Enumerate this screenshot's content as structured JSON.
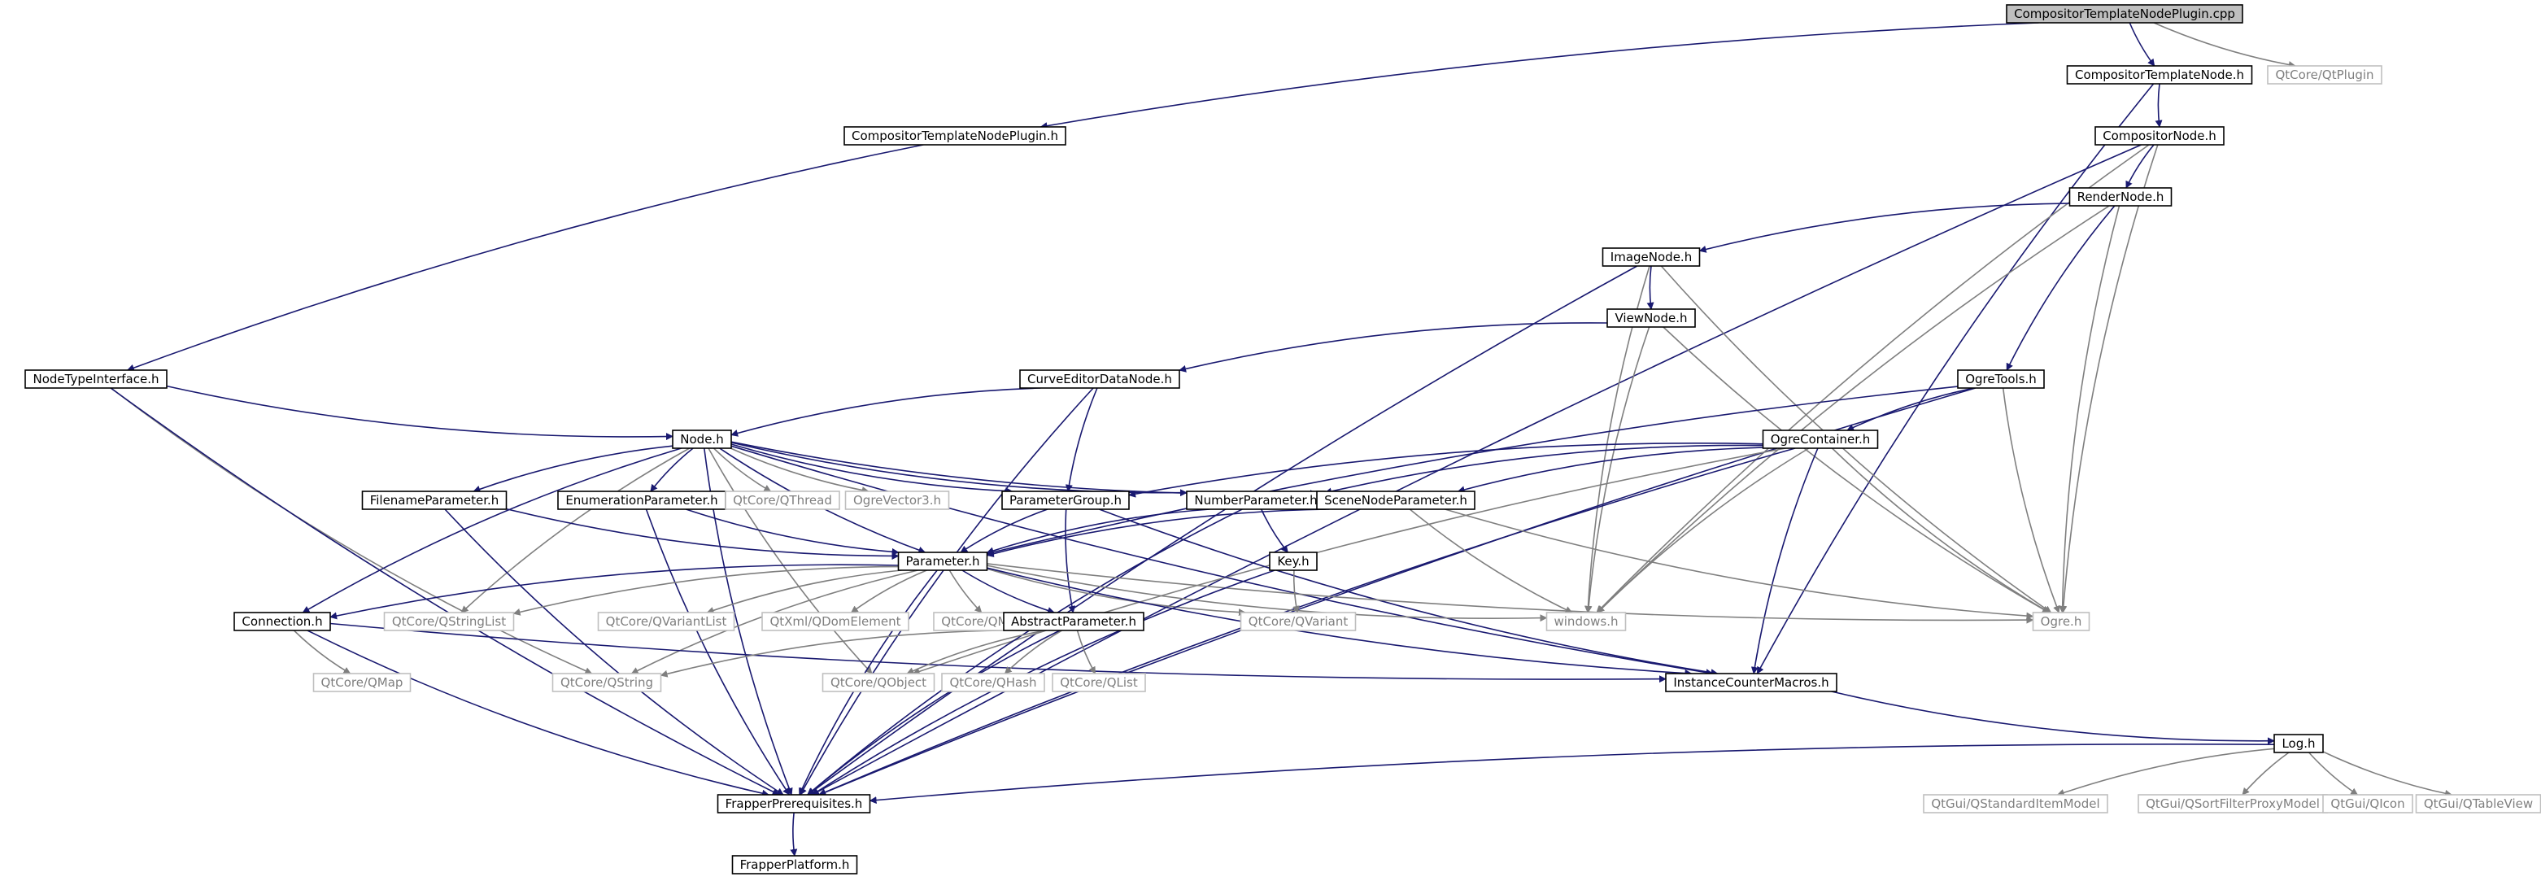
{
  "diagram": {
    "nodes": [
      {
        "id": "root",
        "label": "CompositorTemplateNodePlugin.cpp",
        "kind": "root"
      },
      {
        "id": "ctn",
        "label": "CompositorTemplateNode.h",
        "kind": "doc"
      },
      {
        "id": "qtplugin",
        "label": "QtCore/QtPlugin",
        "kind": "ext"
      },
      {
        "id": "ctnp",
        "label": "CompositorTemplateNodePlugin.h",
        "kind": "doc"
      },
      {
        "id": "cn",
        "label": "CompositorNode.h",
        "kind": "doc"
      },
      {
        "id": "rn",
        "label": "RenderNode.h",
        "kind": "doc"
      },
      {
        "id": "imn",
        "label": "ImageNode.h",
        "kind": "doc"
      },
      {
        "id": "vn",
        "label": "ViewNode.h",
        "kind": "doc"
      },
      {
        "id": "nti",
        "label": "NodeTypeInterface.h",
        "kind": "doc"
      },
      {
        "id": "cedn",
        "label": "CurveEditorDataNode.h",
        "kind": "doc"
      },
      {
        "id": "ot",
        "label": "OgreTools.h",
        "kind": "doc"
      },
      {
        "id": "node",
        "label": "Node.h",
        "kind": "doc"
      },
      {
        "id": "oc",
        "label": "OgreContainer.h",
        "kind": "doc"
      },
      {
        "id": "fp",
        "label": "FilenameParameter.h",
        "kind": "doc"
      },
      {
        "id": "ep",
        "label": "EnumerationParameter.h",
        "kind": "doc"
      },
      {
        "id": "qthread",
        "label": "QtCore/QThread",
        "kind": "ext"
      },
      {
        "id": "ov3",
        "label": "OgreVector3.h",
        "kind": "ext"
      },
      {
        "id": "pg",
        "label": "ParameterGroup.h",
        "kind": "doc"
      },
      {
        "id": "np",
        "label": "NumberParameter.h",
        "kind": "doc"
      },
      {
        "id": "snp",
        "label": "SceneNodeParameter.h",
        "kind": "doc"
      },
      {
        "id": "param",
        "label": "Parameter.h",
        "kind": "doc"
      },
      {
        "id": "key",
        "label": "Key.h",
        "kind": "doc"
      },
      {
        "id": "conn",
        "label": "Connection.h",
        "kind": "doc"
      },
      {
        "id": "qsl",
        "label": "QtCore/QStringList",
        "kind": "ext"
      },
      {
        "id": "qvl",
        "label": "QtCore/QVariantList",
        "kind": "ext"
      },
      {
        "id": "qdom",
        "label": "QtXml/QDomElement",
        "kind": "ext"
      },
      {
        "id": "qmutex",
        "label": "QtCore/QMutex",
        "kind": "ext"
      },
      {
        "id": "ap",
        "label": "AbstractParameter.h",
        "kind": "doc"
      },
      {
        "id": "qvar",
        "label": "QtCore/QVariant",
        "kind": "ext"
      },
      {
        "id": "win",
        "label": "windows.h",
        "kind": "ext"
      },
      {
        "id": "ogre",
        "label": "Ogre.h",
        "kind": "ext"
      },
      {
        "id": "qmap",
        "label": "QtCore/QMap",
        "kind": "ext"
      },
      {
        "id": "qstr",
        "label": "QtCore/QString",
        "kind": "ext"
      },
      {
        "id": "qobj",
        "label": "QtCore/QObject",
        "kind": "ext"
      },
      {
        "id": "qhash",
        "label": "QtCore/QHash",
        "kind": "ext"
      },
      {
        "id": "qlist",
        "label": "QtCore/QList",
        "kind": "ext"
      },
      {
        "id": "icm",
        "label": "InstanceCounterMacros.h",
        "kind": "doc"
      },
      {
        "id": "log",
        "label": "Log.h",
        "kind": "doc"
      },
      {
        "id": "fpre",
        "label": "FrapperPrerequisites.h",
        "kind": "doc"
      },
      {
        "id": "qsim",
        "label": "QtGui/QStandardItemModel",
        "kind": "ext"
      },
      {
        "id": "qsfpm",
        "label": "QtGui/QSortFilterProxyModel",
        "kind": "ext"
      },
      {
        "id": "qicon",
        "label": "QtGui/QIcon",
        "kind": "ext"
      },
      {
        "id": "qtv",
        "label": "QtGui/QTableView",
        "kind": "ext"
      },
      {
        "id": "fplat",
        "label": "FrapperPlatform.h",
        "kind": "doc"
      }
    ],
    "edges": [
      [
        "root",
        "ctn"
      ],
      [
        "root",
        "qtplugin"
      ],
      [
        "root",
        "ctnp"
      ],
      [
        "ctn",
        "cn"
      ],
      [
        "ctn",
        "icm"
      ],
      [
        "ctnp",
        "nti"
      ],
      [
        "cn",
        "rn"
      ],
      [
        "cn",
        "win"
      ],
      [
        "cn",
        "ogre"
      ],
      [
        "cn",
        "fpre"
      ],
      [
        "rn",
        "imn"
      ],
      [
        "rn",
        "ot"
      ],
      [
        "rn",
        "win"
      ],
      [
        "rn",
        "ogre"
      ],
      [
        "imn",
        "vn"
      ],
      [
        "imn",
        "win"
      ],
      [
        "imn",
        "ogre"
      ],
      [
        "imn",
        "fpre"
      ],
      [
        "vn",
        "cedn"
      ],
      [
        "vn",
        "win"
      ],
      [
        "vn",
        "ogre"
      ],
      [
        "nti",
        "node"
      ],
      [
        "nti",
        "qstr"
      ],
      [
        "nti",
        "fpre"
      ],
      [
        "cedn",
        "node"
      ],
      [
        "cedn",
        "pg"
      ],
      [
        "cedn",
        "fpre"
      ],
      [
        "ot",
        "oc"
      ],
      [
        "ot",
        "param"
      ],
      [
        "ot",
        "ogre"
      ],
      [
        "ot",
        "fpre"
      ],
      [
        "oc",
        "np"
      ],
      [
        "oc",
        "pg"
      ],
      [
        "oc",
        "snp"
      ],
      [
        "oc",
        "win"
      ],
      [
        "oc",
        "ogre"
      ],
      [
        "oc",
        "icm"
      ],
      [
        "oc",
        "qobj"
      ],
      [
        "oc",
        "fpre"
      ],
      [
        "node",
        "fp"
      ],
      [
        "node",
        "ep"
      ],
      [
        "node",
        "qthread"
      ],
      [
        "node",
        "ov3"
      ],
      [
        "node",
        "pg"
      ],
      [
        "node",
        "np"
      ],
      [
        "node",
        "snp"
      ],
      [
        "node",
        "param"
      ],
      [
        "node",
        "conn"
      ],
      [
        "node",
        "qsl"
      ],
      [
        "node",
        "qobj"
      ],
      [
        "node",
        "icm"
      ],
      [
        "node",
        "fpre"
      ],
      [
        "fp",
        "param"
      ],
      [
        "fp",
        "fpre"
      ],
      [
        "ep",
        "param"
      ],
      [
        "ep",
        "fpre"
      ],
      [
        "pg",
        "param"
      ],
      [
        "pg",
        "ap"
      ],
      [
        "pg",
        "icm"
      ],
      [
        "np",
        "param"
      ],
      [
        "np",
        "key"
      ],
      [
        "np",
        "fpre"
      ],
      [
        "snp",
        "param"
      ],
      [
        "snp",
        "win"
      ],
      [
        "snp",
        "ogre"
      ],
      [
        "param",
        "conn"
      ],
      [
        "param",
        "qsl"
      ],
      [
        "param",
        "qvl"
      ],
      [
        "param",
        "qdom"
      ],
      [
        "param",
        "qmutex"
      ],
      [
        "param",
        "ap"
      ],
      [
        "param",
        "qvar"
      ],
      [
        "param",
        "win"
      ],
      [
        "param",
        "ogre"
      ],
      [
        "param",
        "icm"
      ],
      [
        "param",
        "qstr"
      ],
      [
        "param",
        "fpre"
      ],
      [
        "key",
        "qvar"
      ],
      [
        "key",
        "fpre"
      ],
      [
        "conn",
        "qmap"
      ],
      [
        "conn",
        "icm"
      ],
      [
        "conn",
        "fpre"
      ],
      [
        "ap",
        "qstr"
      ],
      [
        "ap",
        "qobj"
      ],
      [
        "ap",
        "qhash"
      ],
      [
        "ap",
        "qlist"
      ],
      [
        "ap",
        "fpre"
      ],
      [
        "icm",
        "log"
      ],
      [
        "log",
        "fpre"
      ],
      [
        "log",
        "qsim"
      ],
      [
        "log",
        "qsfpm"
      ],
      [
        "log",
        "qicon"
      ],
      [
        "log",
        "qtv"
      ],
      [
        "fpre",
        "fplat"
      ]
    ]
  }
}
